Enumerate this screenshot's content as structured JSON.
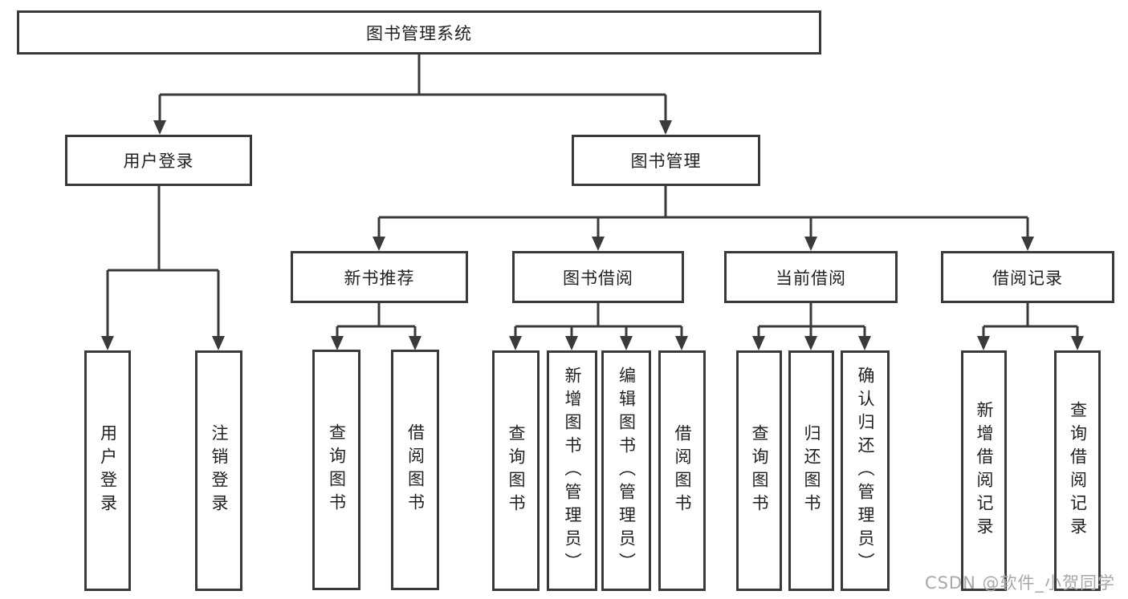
{
  "colors": {
    "line": "#3a3a3a",
    "text": "#212121",
    "background": "#ffffff",
    "watermark": "#a8a8a8"
  },
  "watermark": "CSDN @软件_小贺同学",
  "tree": {
    "label": "图书管理系统",
    "children": [
      {
        "label": "用户登录",
        "children": [
          {
            "label": "用户登录"
          },
          {
            "label": "注销登录"
          }
        ]
      },
      {
        "label": "图书管理",
        "children": [
          {
            "label": "新书推荐",
            "children": [
              {
                "label": "查询图书"
              },
              {
                "label": "借阅图书"
              }
            ]
          },
          {
            "label": "图书借阅",
            "children": [
              {
                "label": "查询图书"
              },
              {
                "label": "新增图书（管理员）"
              },
              {
                "label": "编辑图书（管理员）"
              },
              {
                "label": "借阅图书"
              }
            ]
          },
          {
            "label": "当前借阅",
            "children": [
              {
                "label": "查询图书"
              },
              {
                "label": "归还图书"
              },
              {
                "label": "确认归还（管理员）"
              }
            ]
          },
          {
            "label": "借阅记录",
            "children": [
              {
                "label": "新增借阅记录"
              },
              {
                "label": "查询借阅记录"
              }
            ]
          }
        ]
      }
    ]
  }
}
